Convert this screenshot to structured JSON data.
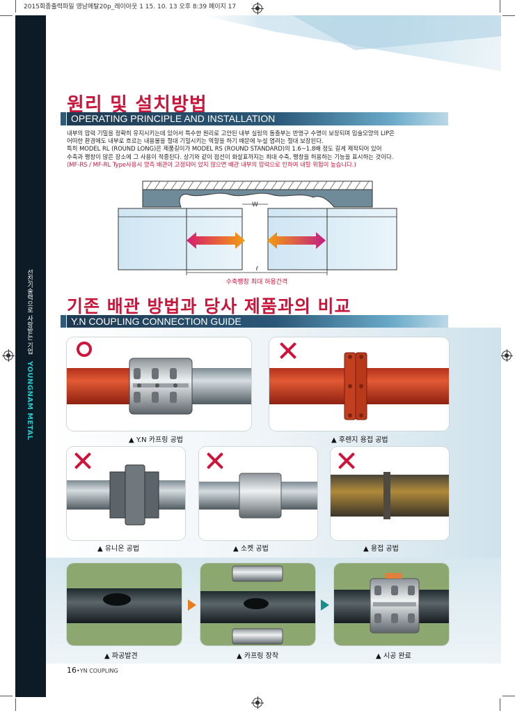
{
  "print_header": "2015회종출력파일 영남메탈20p_레이아웃 1  15. 10. 13  오후 8:39  페이지 17",
  "sidebar": {
    "tagline": "선진기술력으로 사랑받는 기업",
    "brand": "YOUNGNAM METAL"
  },
  "section1": {
    "title": "원리 및 설치방법",
    "subtitle": "OPERATING PRINCIPLE AND INSTALLATION",
    "paragraph": [
      "내부의 압력 기밀을 정확히 유지시키는데 있어서 특수한 원리로 고안된 내부 실링의 돌출부는 반영구 수명이 보장되며 입술모양의 LIP은",
      "어떠한 환경에도 내부로 흐르는 내용물을 절대 기밀시키는 역할을 하기 때문에 누설 염려는 절대 보장된다.",
      "특히 MODEL RL (ROUND LONG)은 제품길이가 MODEL RS (ROUND STANDARD)의 1.6~1.8배 정도 길게 제작되어 있어",
      "수축과 팽창이 많은 장소에 그 사용이 적중된다. 상기와 같이 점선이 화살표까지는 최대 수축, 팽창을 허용하는 기능을 표시하는 것이다."
    ],
    "note": "(MF-RS / MF-RL Type사용시 양측 배관이 고정되어 있지 않으면 배관 내부의 압력으로 인하여 내탈 위험이 높습니다.)",
    "diagram": {
      "w_label": "W",
      "l_label": "ℓ",
      "caption": "수축팽창 최대 허용간격"
    }
  },
  "section2": {
    "title": "기존 배관 방법과 당사 제품과의 비교",
    "subtitle": "Y.N COUPLING CONNECTION GUIDE",
    "comparisons": [
      {
        "mark": "O",
        "caption": "▲ Y.N 카프링 공법"
      },
      {
        "mark": "X",
        "caption": "▲ 후렌지 용접 공법"
      },
      {
        "mark": "X",
        "caption": "▲ 유니온 공법"
      },
      {
        "mark": "X",
        "caption": "▲ 소켓 공법"
      },
      {
        "mark": "X",
        "caption": "▲ 용접 공법"
      }
    ],
    "installation_steps": [
      {
        "caption": "▲ 파공발견"
      },
      {
        "caption": "▲ 카프링 장착"
      },
      {
        "caption": "▲ 시공 완료"
      }
    ]
  },
  "footer": {
    "page_number": "16",
    "separator": "•",
    "label": "YN COUPLING"
  }
}
